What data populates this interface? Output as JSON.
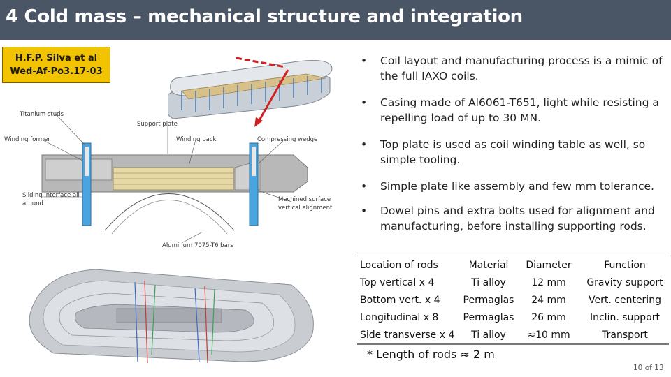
{
  "header": {
    "title": "4  Cold mass – mechanical structure and integration"
  },
  "author_box": {
    "line1": "H.F.P. Silva et al",
    "line2": "Wed-Af-Po3.17-03"
  },
  "bullets": [
    "Coil layout and manufacturing process is a mimic of the full IAXO coils.",
    "Casing made of Al6061-T651, light while resisting a repelling load of up to 30 MN.",
    "Top plate is used as coil winding table as well, so simple tooling.",
    "Simple plate like assembly and few mm tolerance.",
    "Dowel pins and extra bolts used for alignment and manufacturing, before installing supporting rods."
  ],
  "diagram_labels": {
    "titanium_studs": "Titanium studs",
    "support_plate": "Support plate",
    "winding_former": "Winding former",
    "winding_pack": "Winding pack",
    "compressing_wedge": "Compressing wedge",
    "sliding_interface_1": "Sliding interface all",
    "sliding_interface_2": "around",
    "machined_surface_1": "Machined surface",
    "machined_surface_2": "vertical alignment",
    "aluminium_bars": "Aluminum 7075-T6 bars"
  },
  "table": {
    "headers": [
      "Location of rods",
      "Material",
      "Diameter",
      "Function"
    ],
    "rows": [
      [
        "Top vertical x 4",
        "Ti alloy",
        "12 mm",
        "Gravity support"
      ],
      [
        "Bottom vert. x 4",
        "Permaglas",
        "24 mm",
        "Vert. centering"
      ],
      [
        "Longitudinal x 8",
        "Permaglas",
        "26 mm",
        "Inclin. support"
      ],
      [
        "Side transverse x 4",
        "Ti alloy",
        "≈10 mm",
        "Transport"
      ]
    ]
  },
  "footnote": "* Length of rods ≈ 2 m",
  "page_number": "10 of 13",
  "colors": {
    "title_bar": "#4a5566",
    "author_box": "#f2c300",
    "arrow_red": "#d21f1f"
  }
}
